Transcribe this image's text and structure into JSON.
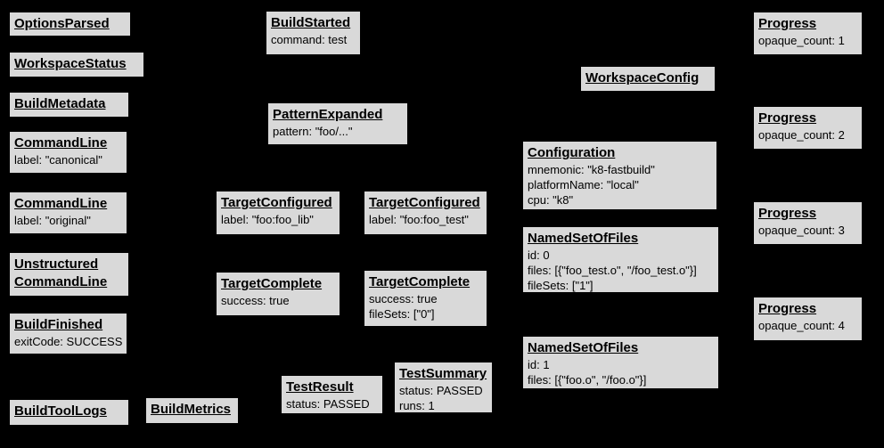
{
  "diagram": {
    "description": "Build event protocol graph of gray event boxes on a black background",
    "colors": {
      "background": "#000000",
      "node_fill": "#d9d9d9",
      "node_border": "#000000",
      "node_text": "#000000"
    }
  },
  "nodes": [
    {
      "title": "OptionsParsed",
      "details": []
    },
    {
      "title": "WorkspaceStatus",
      "details": []
    },
    {
      "title": "BuildMetadata",
      "details": []
    },
    {
      "title": "CommandLine",
      "details": [
        "label: \"canonical\""
      ]
    },
    {
      "title": "CommandLine",
      "details": [
        "label: \"original\""
      ]
    },
    {
      "title": "Unstructured\nCommandLine",
      "details": []
    },
    {
      "title": "BuildFinished",
      "details": [
        "exitCode: SUCCESS"
      ]
    },
    {
      "title": "BuildToolLogs",
      "details": []
    },
    {
      "title": "BuildMetrics",
      "details": []
    },
    {
      "title": "BuildStarted",
      "details": [
        "command: test"
      ]
    },
    {
      "title": "PatternExpanded",
      "details": [
        "pattern: \"foo/...\""
      ]
    },
    {
      "title": "TargetConfigured",
      "details": [
        "label: \"foo:foo_lib\""
      ]
    },
    {
      "title": "TargetConfigured",
      "details": [
        "label: \"foo:foo_test\""
      ]
    },
    {
      "title": "TargetComplete",
      "details": [
        "success: true"
      ]
    },
    {
      "title": "TargetComplete",
      "details": [
        "success: true",
        "fileSets: [\"0\"]"
      ]
    },
    {
      "title": "TestResult",
      "details": [
        "status: PASSED"
      ]
    },
    {
      "title": "TestSummary",
      "details": [
        "status: PASSED",
        "runs: 1"
      ]
    },
    {
      "title": "WorkspaceConfig",
      "details": []
    },
    {
      "title": "Configuration",
      "details": [
        "mnemonic: \"k8-fastbuild\"",
        "platformName: \"local\"",
        "cpu: \"k8\""
      ]
    },
    {
      "title": "NamedSetOfFiles",
      "details": [
        "id: 0",
        "files: [{\"foo_test.o\", \"/foo_test.o\"}]",
        "fileSets: [\"1\"]"
      ]
    },
    {
      "title": "NamedSetOfFiles",
      "details": [
        "id: 1",
        "files: [{\"foo.o\", \"/foo.o\"}]"
      ]
    },
    {
      "title": "Progress",
      "details": [
        "opaque_count: 1"
      ]
    },
    {
      "title": "Progress",
      "details": [
        "opaque_count: 2"
      ]
    },
    {
      "title": "Progress",
      "details": [
        "opaque_count: 3"
      ]
    },
    {
      "title": "Progress",
      "details": [
        "opaque_count: 4"
      ]
    }
  ]
}
